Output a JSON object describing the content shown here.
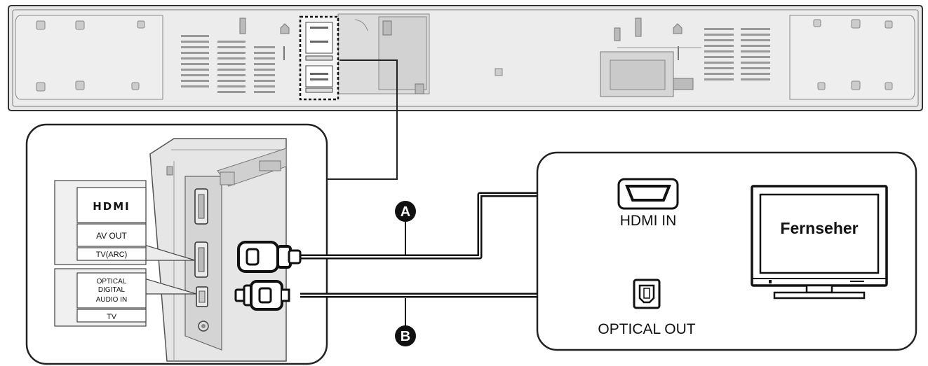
{
  "panel_labels": {
    "hdmi_logo": "HDMI",
    "av_out": "AV OUT",
    "tv_arc": "TV(ARC)",
    "optical_line1": "OPTICAL",
    "optical_line2": "DIGITAL",
    "optical_line3": "AUDIO IN",
    "tv": "TV"
  },
  "cable_markers": {
    "a": "A",
    "b": "B"
  },
  "tv_side": {
    "hdmi_in": "HDMI IN",
    "optical_out": "OPTICAL OUT",
    "tv_label": "Fernseher"
  },
  "colors": {
    "outline": "#222222",
    "bar_fill": "#e6e6e6",
    "cable": "#111111",
    "panel_fill": "#f2f2f2"
  },
  "icons": {
    "hdmi_plug": "hdmi-plug-icon",
    "optical_plug": "optical-plug-icon",
    "hdmi_port": "hdmi-port-icon",
    "optical_port": "optical-port-icon",
    "television": "television-icon"
  }
}
